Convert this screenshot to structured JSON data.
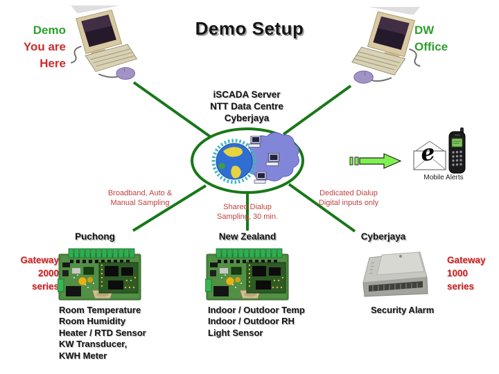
{
  "slide": {
    "title": "Demo Setup",
    "you_are_here": {
      "demo": "Demo",
      "line1": "You are",
      "line2": "Here"
    },
    "dw_office": {
      "line1": "DW",
      "line2": "Office"
    },
    "server_caption": {
      "line1": "iSCADA Server",
      "line2": "NTT Data Centre",
      "line3": "Cyberjaya"
    },
    "link_labels": {
      "broadband": {
        "line1": "Broadband, Auto &",
        "line2": "Manual Sampling"
      },
      "shared_dialup": {
        "line1": "Shared Dialup",
        "line2": "Sampling, 30 min."
      },
      "dedicated_dialup": {
        "line1": "Dedicated Dialup",
        "line2": "Digital inputs only"
      }
    },
    "mobile_alerts": "Mobile Alerts",
    "sites": {
      "left": {
        "name": "Puchong",
        "gateway": {
          "line1": "Gateway",
          "line2": "2000",
          "line3": "series"
        },
        "sensors": [
          "Room Temperature",
          "Room Humidity",
          "Heater / RTD Sensor",
          "KW Transducer,",
          "KWH Meter"
        ]
      },
      "middle": {
        "name": "New Zealand",
        "sensors": [
          "Indoor / Outdoor Temp",
          "Indoor / Outdoor RH",
          "Light Sensor"
        ]
      },
      "right": {
        "name": "Cyberjaya",
        "gateway": {
          "line1": "Gateway",
          "line2": "1000",
          "line3": "series"
        },
        "sensors": [
          "Security Alarm"
        ]
      }
    },
    "colors": {
      "line_green": "#187818",
      "text_green": "#2da02d",
      "text_red": "#cc2b2b",
      "arrow_green": "#80f050"
    }
  }
}
